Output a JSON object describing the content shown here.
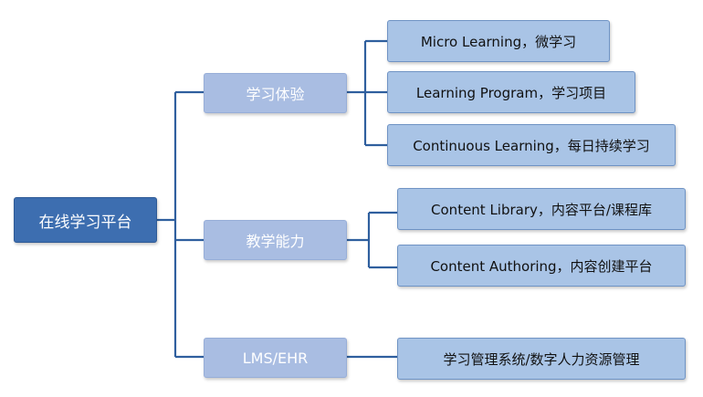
{
  "root": {
    "label": "在线学习平台"
  },
  "branches": [
    {
      "label": "学习体验",
      "children": [
        {
          "label": "Micro Learning，微学习"
        },
        {
          "label": "Learning Program，学习项目"
        },
        {
          "label": "Continuous Learning，每日持续学习"
        }
      ]
    },
    {
      "label": "教学能力",
      "children": [
        {
          "label": "Content Library，内容平台/课程库"
        },
        {
          "label": "Content Authoring，内容创建平台"
        }
      ]
    },
    {
      "label": "LMS/EHR",
      "children": [
        {
          "label": "学习管理系统/数字人力资源管理"
        }
      ]
    }
  ],
  "colors": {
    "root_fill": "#3d6eb0",
    "branch_fill": "#a9bde2",
    "leaf_fill": "#a9c4e6",
    "connector": "#2f5f9e"
  }
}
